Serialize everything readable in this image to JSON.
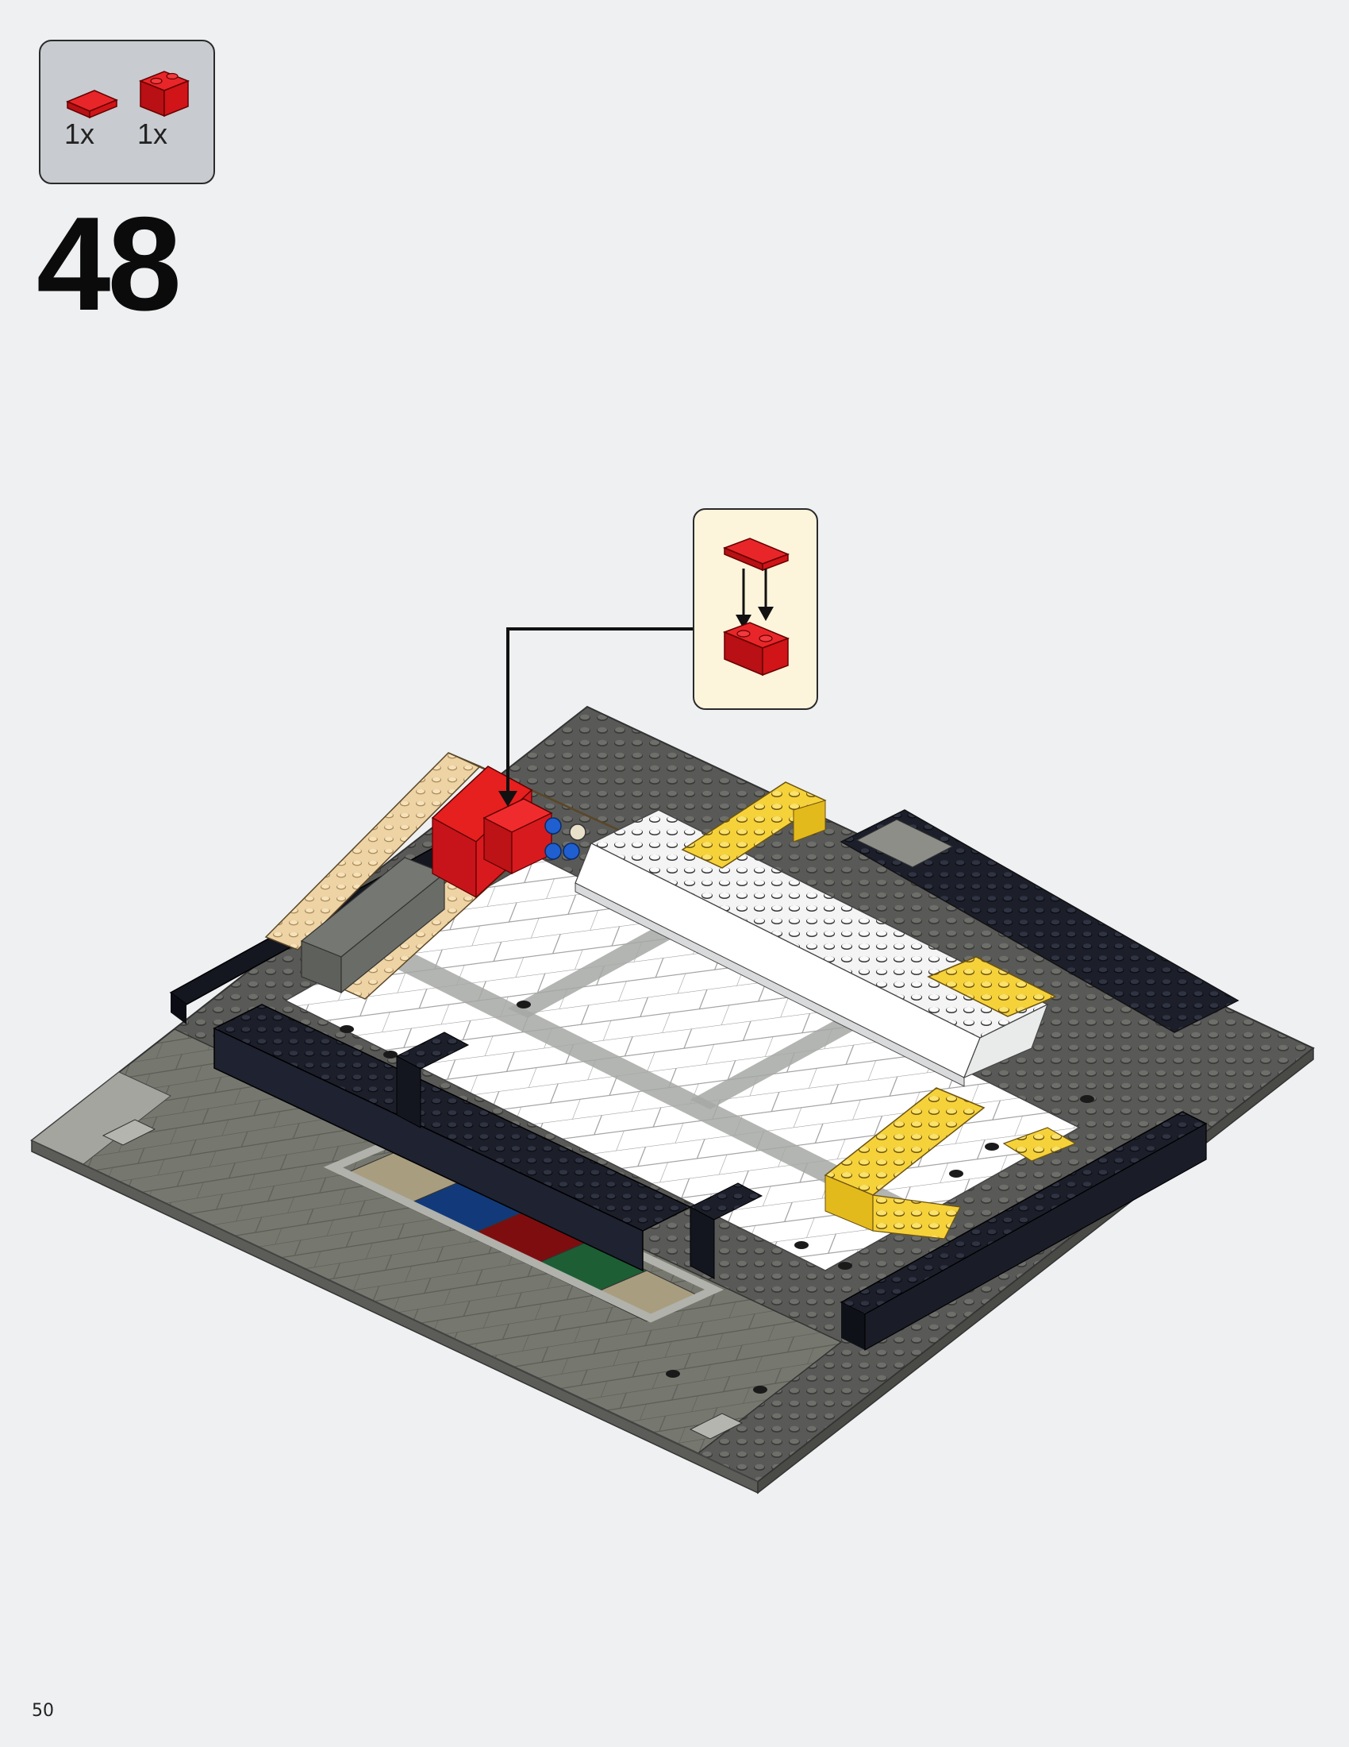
{
  "step": {
    "number": "48"
  },
  "parts": [
    {
      "quantity": "1x",
      "icon": "red-tile-1x2-icon",
      "color": "#d8171c"
    },
    {
      "quantity": "1x",
      "icon": "red-brick-1x2-icon",
      "color": "#d8171c"
    }
  ],
  "callout": {
    "icon": "red-tile-onto-brick-icon"
  },
  "model": {
    "icon": "lego-floor-model-icon"
  },
  "page": {
    "number": "50"
  },
  "colors": {
    "background": "#eef0f2",
    "parts_box": "#c8cbcf",
    "callout_box": "#fdf4dc",
    "red": "#d8171c"
  }
}
